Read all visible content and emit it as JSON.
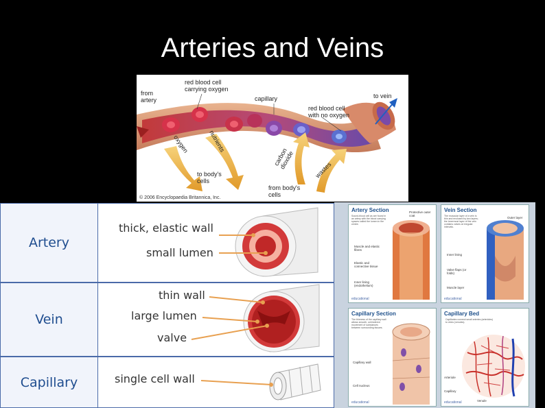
{
  "title": "Arteries and Veins",
  "top_diagram": {
    "labels": {
      "from_artery": "from\nartery",
      "rbc_oxygen": "red blood cell\ncarrying oxygen",
      "capillary": "capillary",
      "to_vein": "to vein",
      "rbc_no_oxygen": "red blood cell\nwith no oxygen",
      "oxygen": "oxygen",
      "nutrients": "nutrients",
      "carbon_dioxide": "carbon\ndioxide",
      "wastes": "wastes",
      "to_body_cells": "to body's\ncells",
      "from_body_cells": "from body's\ncells"
    },
    "copyright": "© 2006 Encyclopaedia Britannica, Inc."
  },
  "table": {
    "rows": [
      {
        "label": "Artery",
        "descs": [
          "thick, elastic wall",
          "small lumen"
        ]
      },
      {
        "label": "Vein",
        "descs": [
          "thin wall",
          "large lumen",
          "valve"
        ]
      },
      {
        "label": "Capillary",
        "descs": [
          "single cell wall"
        ]
      }
    ]
  },
  "cards": {
    "artery": {
      "title": "Artery Section",
      "blurb": "Sound-blood cell as are found in an artery with the blood carrying spaces called the lumen in the centre.",
      "labels": [
        "Protective outer coat",
        "Muscle and elastic fibres",
        "Elastic and connective tissue",
        "Inner lining (endothelium)"
      ],
      "foot": "educational"
    },
    "vein": {
      "title": "Vein Section",
      "blurb": "The muscular layer of a vein is thin and enclosed by two layers; the innermost layer of the vein contains valves at irregular intervals.",
      "labels": [
        "Outer layer",
        "Inner lining",
        "Valve flaps (or folds)",
        "Muscle layer"
      ],
      "foot": "educational"
    },
    "capillary": {
      "title": "Capillary Section",
      "blurb": "The thinness of the capillary wall allows smooth, unhindered movement of substances between surrounding tissues.",
      "labels": [
        "Capillary wall",
        "Cell nucleus"
      ],
      "foot": "educational"
    },
    "bed": {
      "title": "Capillary Bed",
      "blurb": "Capillaries connect small arteries (arterioles) to veins (venules).",
      "labels": [
        "Arteriole",
        "Capillary",
        "Venule"
      ],
      "foot": "educational"
    }
  }
}
